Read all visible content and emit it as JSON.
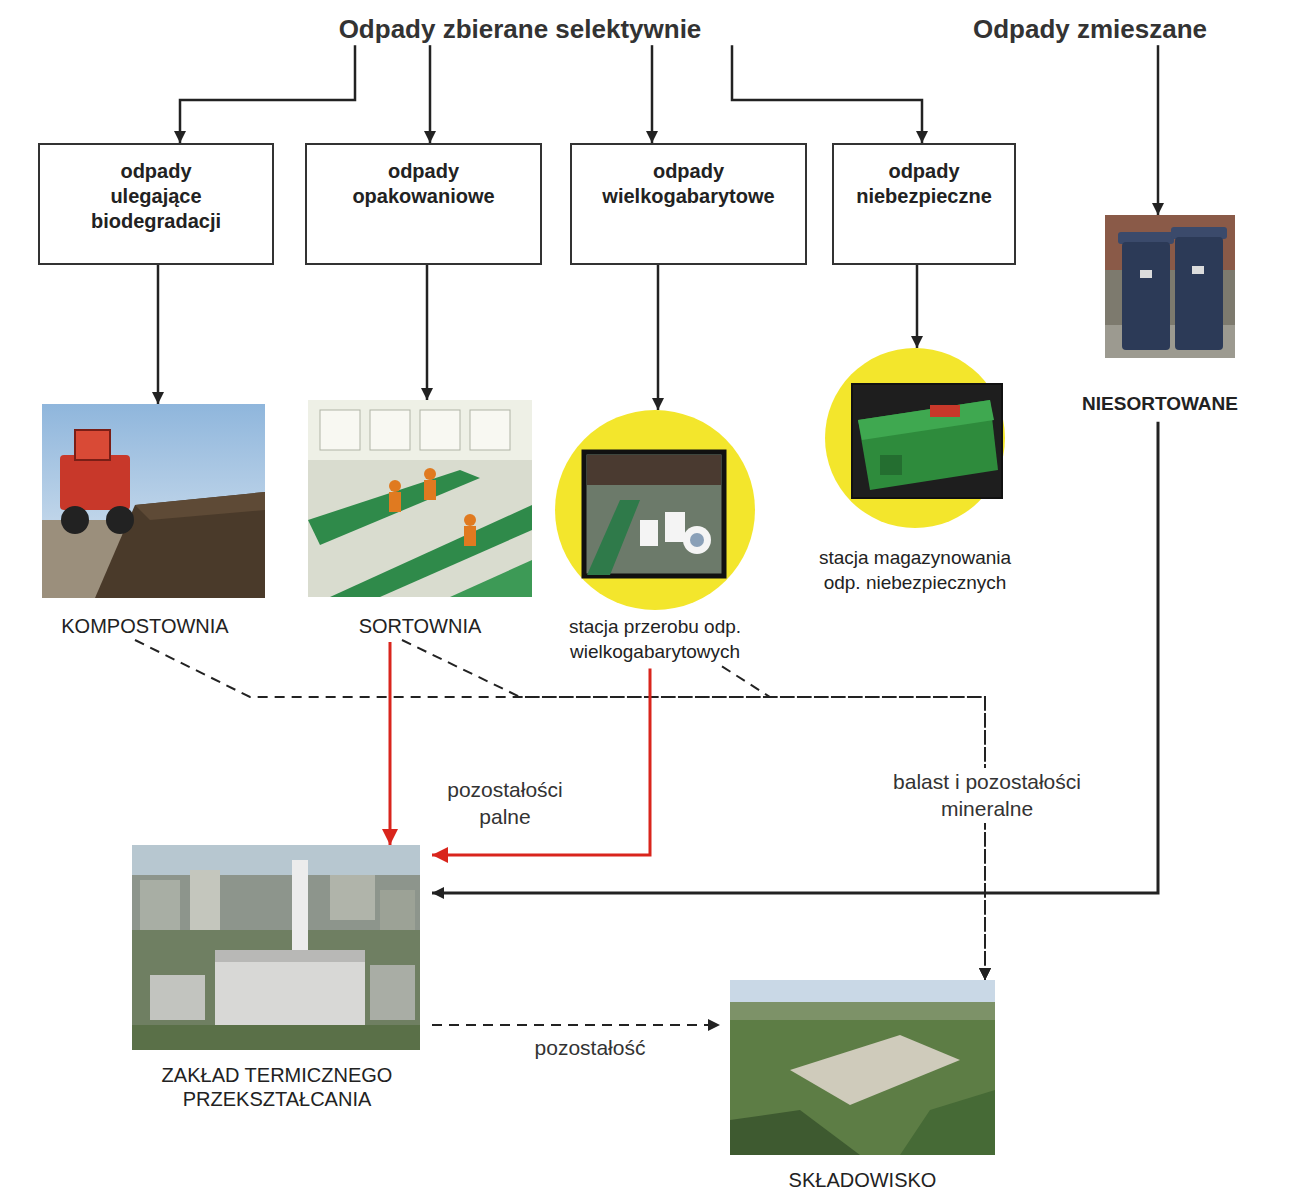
{
  "diagram": {
    "nodes": [
      {
        "text": [
          "Odpady zbierane selektywnie"
        ]
      },
      {
        "text": [
          "Odpady zmieszane"
        ]
      },
      {
        "text": [
          "odpady ulegające biodegradacji"
        ]
      },
      {
        "text": [
          "odpady opakowaniowe"
        ]
      },
      {
        "text": [
          "odpady wielkogabarytowe"
        ]
      },
      {
        "text": [
          "odpady niebezpieczne"
        ]
      },
      {
        "text": [
          "NIESORTOWANE"
        ]
      },
      {
        "text": [
          "KOMPOSTOWNIA"
        ]
      },
      {
        "text": [
          "SORTOWNIA"
        ]
      },
      {
        "text": [
          "stacja przerobu odp. wielkogabarytowych"
        ]
      },
      {
        "text": [
          "stacja magazynowania odp. niebezpiecznych"
        ]
      },
      {
        "text": [
          "ZAKŁAD TERMICZNEGO PRZEKSZTAŁCANIA"
        ]
      },
      {
        "text": [
          "SKŁADOWISKO"
        ]
      }
    ],
    "edges": [
      {
        "from": 0,
        "to": 2,
        "arrow": "to"
      },
      {
        "from": 0,
        "to": 3,
        "arrow": "to"
      },
      {
        "from": 0,
        "to": 4,
        "arrow": "to"
      },
      {
        "from": 0,
        "to": 5,
        "arrow": "to"
      },
      {
        "from": 1,
        "to": 6,
        "arrow": "to"
      },
      {
        "from": 2,
        "to": 7,
        "arrow": "to"
      },
      {
        "from": 3,
        "to": 8,
        "arrow": "to"
      },
      {
        "from": 4,
        "to": 9,
        "arrow": "to"
      },
      {
        "from": 5,
        "to": 10,
        "arrow": "to"
      },
      {
        "from": 7,
        "to": 12,
        "arrow": "to"
      },
      {
        "from": 8,
        "to": 12,
        "arrow": "to"
      },
      {
        "from": 9,
        "to": 12,
        "label": "balast i pozostałości mineralne",
        "arrow": "to"
      },
      {
        "from": 8,
        "to": 11,
        "arrow": "to"
      },
      {
        "from": 9,
        "to": 11,
        "label": "pozostałości palne",
        "arrow": "to"
      },
      {
        "from": 6,
        "to": 11,
        "arrow": "to"
      },
      {
        "from": 11,
        "to": 12,
        "label": "pozostałość",
        "arrow": "to"
      }
    ]
  }
}
